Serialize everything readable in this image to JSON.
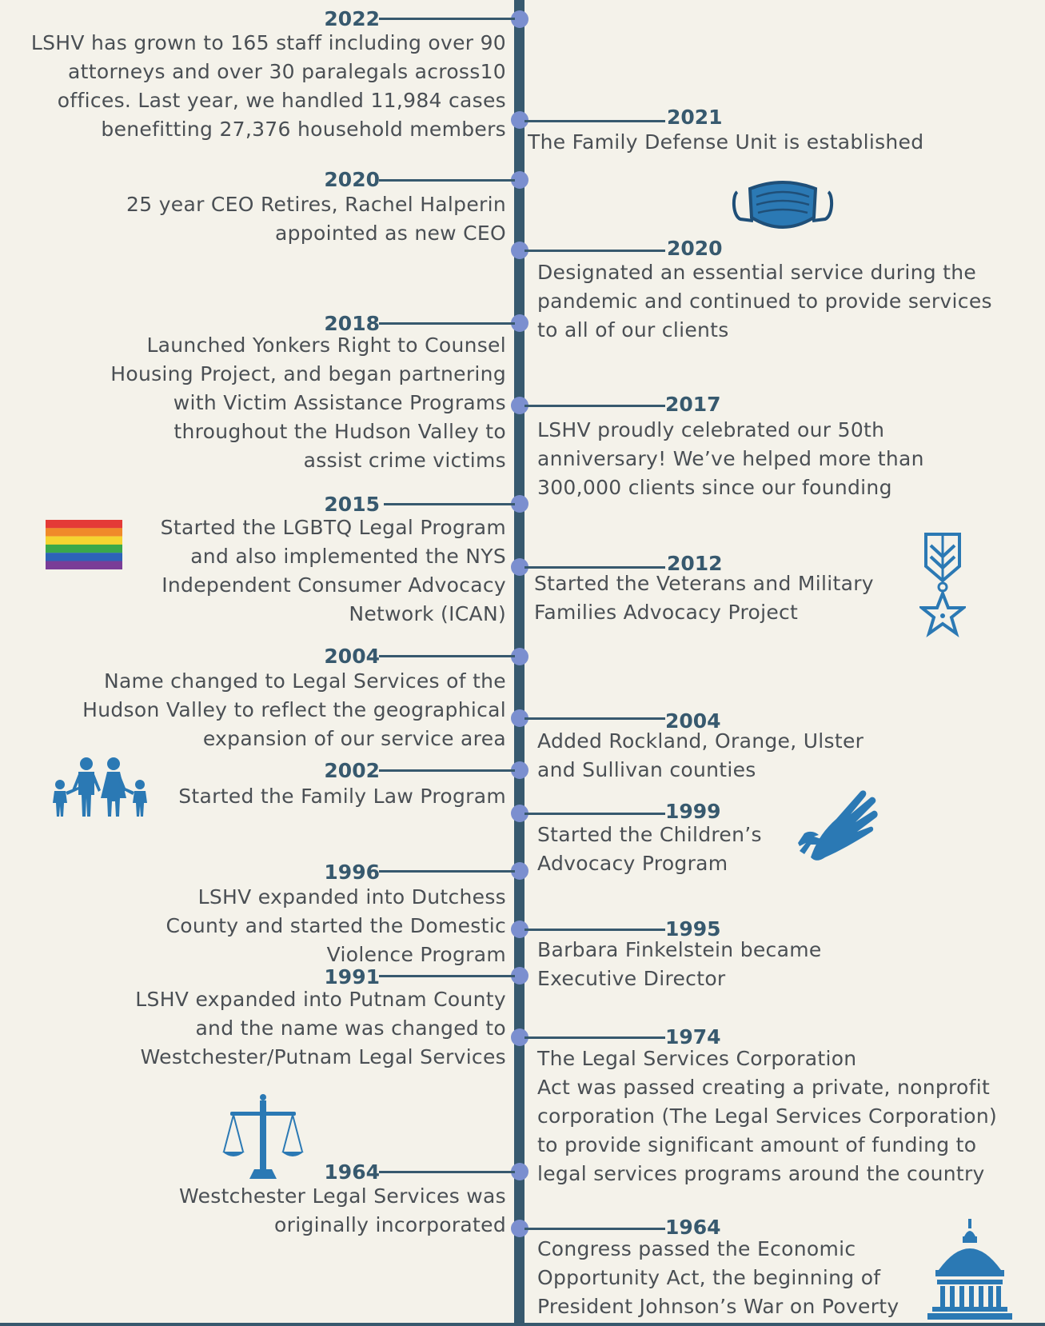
{
  "left_events": [
    {
      "year": "2022",
      "text": "LSHV has grown to 165 staff including over 90\nattorneys and over 30 paralegals across10\noffices. Last year, we handled 11,984 cases\nbenefitting 27,376 household members"
    },
    {
      "year": "2020",
      "text": "25 year CEO Retires, Rachel Halperin\nappointed as new CEO"
    },
    {
      "year": "2018",
      "text": "Launched Yonkers Right to Counsel\nHousing Project, and began partnering\nwith Victim Assistance Programs\nthroughout the Hudson Valley to\nassist crime victims"
    },
    {
      "year": "2015",
      "text": "Started the LGBTQ Legal Program\nand also implemented the NYS\nIndependent Consumer Advocacy\nNetwork (ICAN)"
    },
    {
      "year": "2004",
      "text": "Name changed to Legal Services of the\nHudson Valley to reflect the geographical\nexpansion of our service area"
    },
    {
      "year": "2002",
      "text": "Started the Family Law Program"
    },
    {
      "year": "1996",
      "text": "LSHV expanded into Dutchess\nCounty and started the Domestic\nViolence Program"
    },
    {
      "year": "1991",
      "text": "LSHV expanded into Putnam County\nand the name was changed to\nWestchester/Putnam Legal Services"
    },
    {
      "year": "1964",
      "text": "Westchester Legal Services was\noriginally incorporated"
    }
  ],
  "right_events": [
    {
      "year": "2021",
      "text": "The Family Defense Unit is established"
    },
    {
      "year": "2020",
      "text": "Designated an essential service during the\npandemic and continued to provide services\nto all of our clients"
    },
    {
      "year": "2017",
      "text": "LSHV proudly celebrated our 50th\nanniversary! We’ve helped more than\n300,000 clients since our founding"
    },
    {
      "year": "2012",
      "text": "Started the Veterans and Military\nFamilies Advocacy Project"
    },
    {
      "year": "2004",
      "text": "Added Rockland, Orange, Ulster\nand Sullivan counties"
    },
    {
      "year": "1999",
      "text": "Started the Children’s\nAdvocacy Program"
    },
    {
      "year": "1995",
      "text": "Barbara Finkelstein became\nExecutive Director"
    },
    {
      "year": "1974",
      "text": "The Legal Services Corporation\nAct was passed creating a private, nonprofit\ncorporation (The Legal Services Corporation)\nto provide significant amount of funding to\nlegal services programs around the country"
    },
    {
      "year": "1964",
      "text": "Congress passed the Economic\nOpportunity Act, the beginning of\nPresident Johnson’s War on Poverty"
    }
  ],
  "icons": [
    "face-mask-icon",
    "rainbow-flag-icon",
    "military-medal-icon",
    "family-icon",
    "helping-hands-icon",
    "scales-of-justice-icon",
    "capitol-dome-icon"
  ],
  "colors": {
    "axis": "#37596e",
    "dot": "#7b8fcf",
    "icon": "#2b79b4",
    "text": "#4a4f54",
    "background": "#f4f2ea"
  }
}
